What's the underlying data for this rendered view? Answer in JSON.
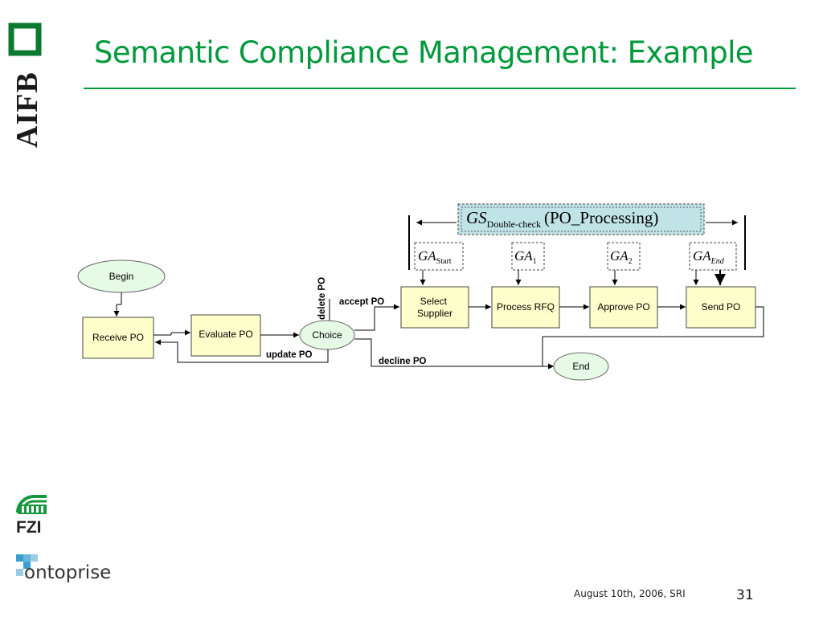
{
  "slide": {
    "title": "Semantic Compliance Management: Example",
    "footer_date": "August 10th, 2006, SRI",
    "page_number": "31",
    "title_color": "#00993b"
  },
  "logos": {
    "aifb": "AIFB",
    "fzi": "FZI",
    "ontoprise_letter": "o",
    "ontoprise_rest": "ntoprise"
  },
  "diagram": {
    "nodes": {
      "begin": "Begin",
      "receive_po": "Receive PO",
      "evaluate_po": "Evaluate PO",
      "choice": "Choice",
      "select_supplier_line1": "Select",
      "select_supplier_line2": "Supplier",
      "process_rfq": "Process RFQ",
      "approve_po": "Approve PO",
      "send_po": "Send PO",
      "end": "End"
    },
    "edges": {
      "delete_po": "delete PO",
      "accept_po": "accept PO",
      "update_po": "update PO",
      "decline_po": "decline PO"
    },
    "goal_scope": {
      "symbol": "GS",
      "subscript": "Double-check",
      "argument": "(PO_Processing)"
    },
    "goal_actions": [
      {
        "symbol": "GA",
        "subscript": "Start"
      },
      {
        "symbol": "GA",
        "subscript": "1"
      },
      {
        "symbol": "GA",
        "subscript": "2"
      },
      {
        "symbol": "GA",
        "subscript": "End"
      }
    ],
    "colors": {
      "activity_fill": "#ffffcc",
      "event_fill": "#e6fae6",
      "scope_fill": "#bfe3e6"
    }
  }
}
